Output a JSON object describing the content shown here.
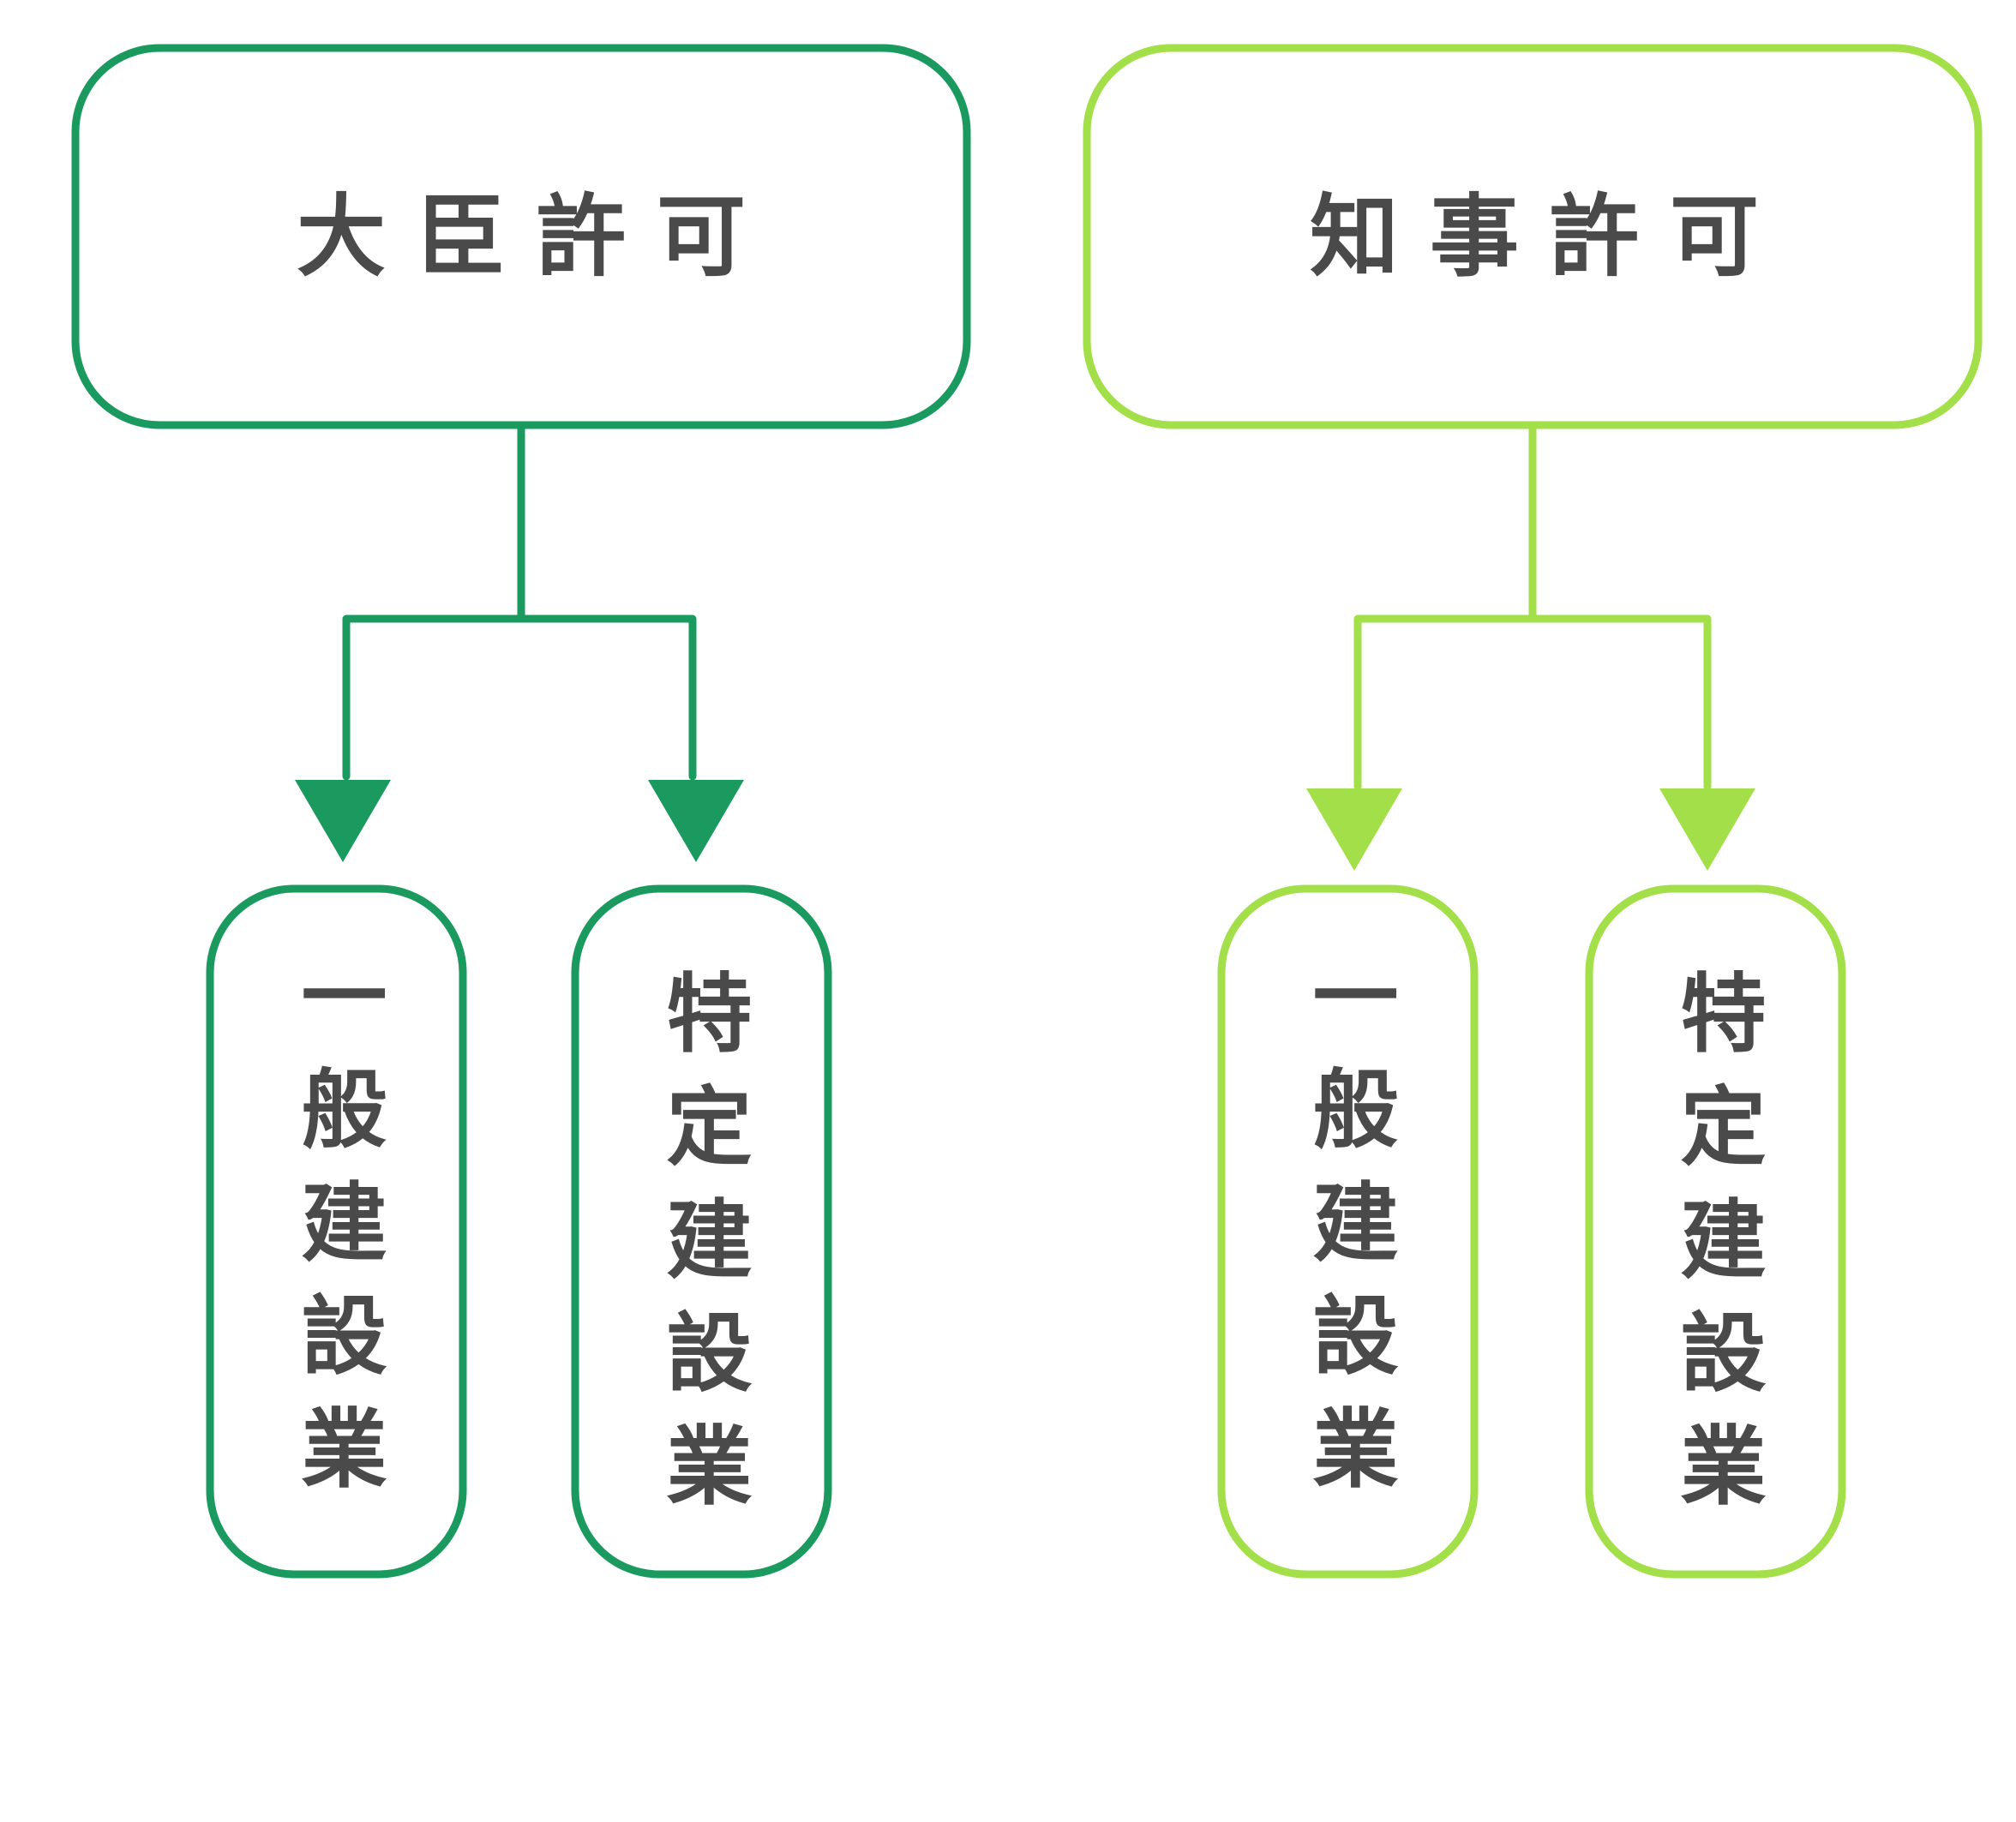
{
  "colors": {
    "dark_green": "#1a9a5f",
    "light_green": "#a2df48",
    "text": "#4a4a4a"
  },
  "groups": [
    {
      "title": "大臣許可",
      "children": [
        "一般建設業",
        "特定建設業"
      ]
    },
    {
      "title": "知事許可",
      "children": [
        "一般建設業",
        "特定建設業"
      ]
    }
  ]
}
